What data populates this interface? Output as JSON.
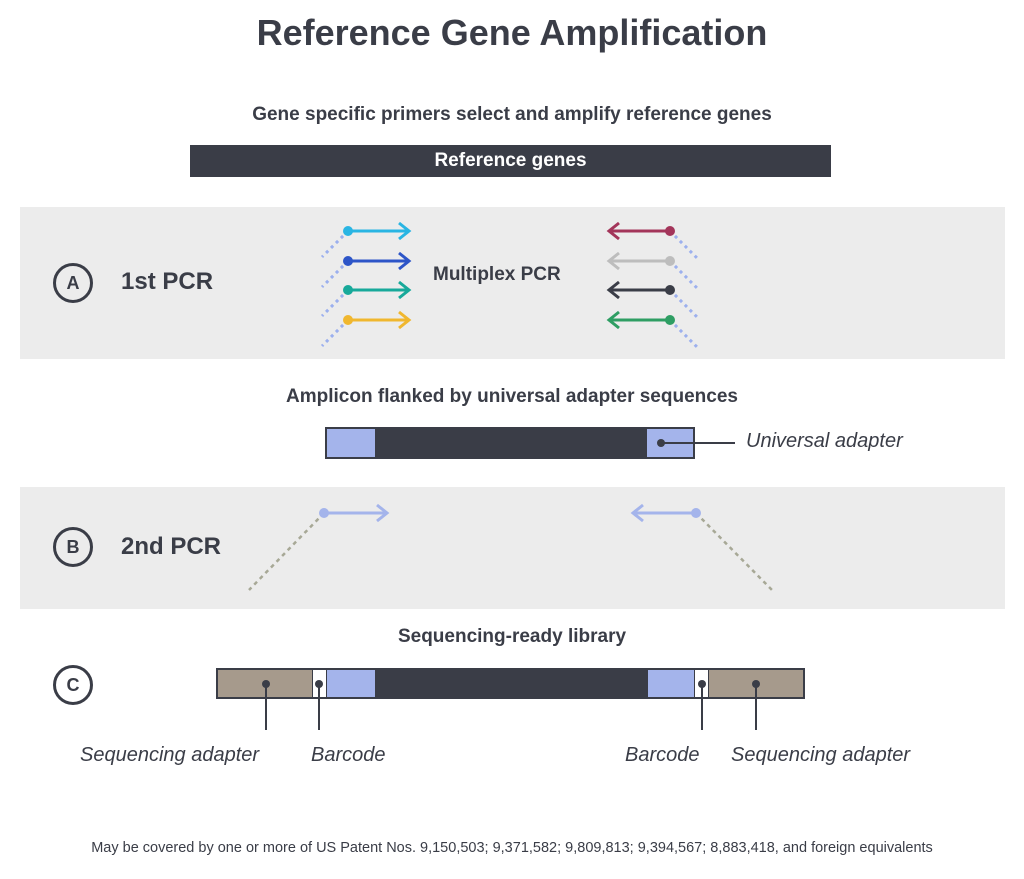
{
  "title": "Reference Gene Amplification",
  "intro_text": "Gene specific primers select and amplify reference genes",
  "reference_bar_label": "Reference genes",
  "step_a": {
    "letter": "A",
    "label": "1st PCR",
    "center_label": "Multiplex PCR"
  },
  "amplicon_caption": "Amplicon flanked by universal adapter sequences",
  "universal_adapter_label": "Universal adapter",
  "step_b": {
    "letter": "B",
    "label": "2nd PCR"
  },
  "library_caption": "Sequencing-ready library",
  "step_c": {
    "letter": "C"
  },
  "library_labels": {
    "left_seq_adapter": "Sequencing adapter",
    "left_barcode": "Barcode",
    "right_barcode": "Barcode",
    "right_seq_adapter": "Sequencing adapter"
  },
  "footer": "May be covered by one or more of US Patent Nos. 9,150,503; 9,371,582; 9,809,813; 9,394,567; 8,883,418, and foreign equivalents",
  "colors": {
    "dark": "#3a3d47",
    "band": "#ececec",
    "adapter_blue": "#a4b4eb",
    "seq_adapter_tan": "#a69a8c",
    "forward_primers": [
      "#29b5e3",
      "#2d55c8",
      "#17a99a",
      "#f0b72f"
    ],
    "reverse_primers": [
      "#a3355a",
      "#bdbdbd",
      "#3a3d47",
      "#2e9e63"
    ],
    "dotted_tail": "#9cb0ee",
    "second_pcr_tail": "#a7a896"
  }
}
